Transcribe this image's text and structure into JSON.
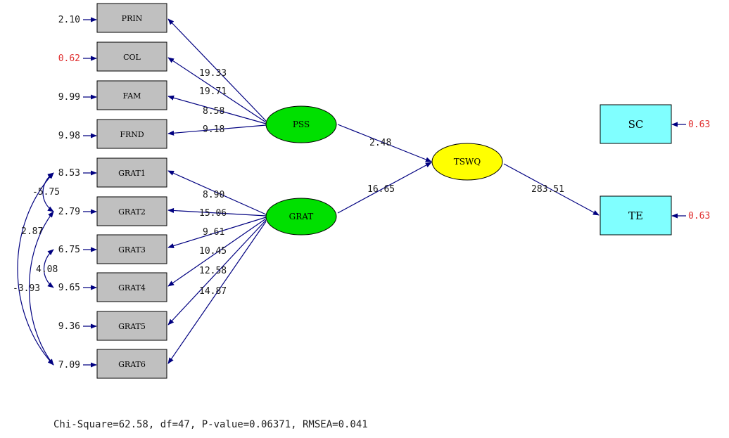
{
  "observed": {
    "prin": {
      "label": "PRIN",
      "error": "2.10"
    },
    "col": {
      "label": "COL",
      "error": "0.62"
    },
    "fam": {
      "label": "FAM",
      "error": "9.99"
    },
    "frnd": {
      "label": "FRND",
      "error": "9.98"
    },
    "grat1": {
      "label": "GRAT1",
      "error": "8.53"
    },
    "grat2": {
      "label": "GRAT2",
      "error": "2.79"
    },
    "grat3": {
      "label": "GRAT3",
      "error": "6.75"
    },
    "grat4": {
      "label": "GRAT4",
      "error": "9.65"
    },
    "grat5": {
      "label": "GRAT5",
      "error": "9.36"
    },
    "grat6": {
      "label": "GRAT6",
      "error": "7.09"
    },
    "sc": {
      "label": "SC",
      "error": "0.63"
    },
    "te": {
      "label": "TE",
      "error": "0.63"
    }
  },
  "latent": {
    "pss": {
      "label": "PSS"
    },
    "grat": {
      "label": "GRAT"
    },
    "tswq": {
      "label": "TSWQ"
    }
  },
  "paths": {
    "pss_prin": "19.33",
    "pss_col": "19.71",
    "pss_fam": "8.58",
    "pss_frnd": "9.18",
    "grat_grat1": "8.90",
    "grat_grat2": "15.06",
    "grat_grat3": "9.61",
    "grat_grat4": "10.45",
    "grat_grat5": "12.58",
    "grat_grat6": "14.87",
    "pss_tswq": "2.48",
    "grat_tswq": "16.65",
    "tswq_te": "283.51"
  },
  "covariances": {
    "grat1_grat2": "-5.75",
    "grat2_grat6": "2.87",
    "grat3_grat4": "4.08",
    "grat1_grat6": "-3.93"
  },
  "fit": {
    "text": "Chi-Square=62.58, df=47, P-value=0.06371, RMSEA=0.041"
  },
  "colors": {
    "observed_fill": "#c0c0c0",
    "cyan_fill": "#80ffff",
    "latent_green": "#00e000",
    "latent_yellow": "#ffff00",
    "arrow": "#000080",
    "warning_red": "#e03030"
  }
}
